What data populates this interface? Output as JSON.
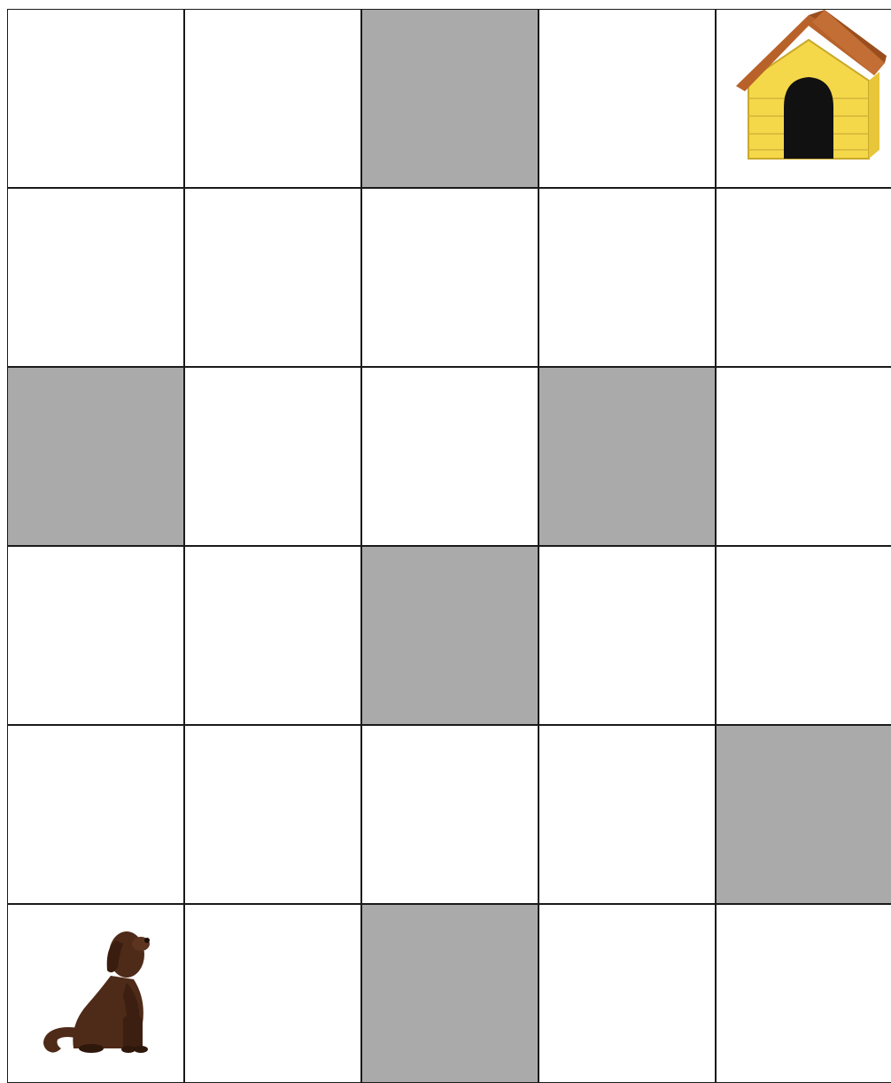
{
  "grid": {
    "rows": 6,
    "cols": 5,
    "blocked": [
      [
        0,
        2
      ],
      [
        2,
        0
      ],
      [
        2,
        3
      ],
      [
        3,
        2
      ],
      [
        4,
        4
      ],
      [
        5,
        2
      ]
    ]
  },
  "pieces": {
    "goal": {
      "name": "doghouse-icon",
      "row": 0,
      "col": 4
    },
    "player": {
      "name": "dog-icon",
      "row": 5,
      "col": 0
    }
  },
  "colors": {
    "blocked_cell": "#aaaaaa",
    "open_cell": "#ffffff",
    "grid_line": "#1a1a1a",
    "doghouse_roof": "#b8622a",
    "doghouse_wall": "#f5d84a",
    "doghouse_door": "#111111",
    "dog_body": "#4e2a18"
  }
}
